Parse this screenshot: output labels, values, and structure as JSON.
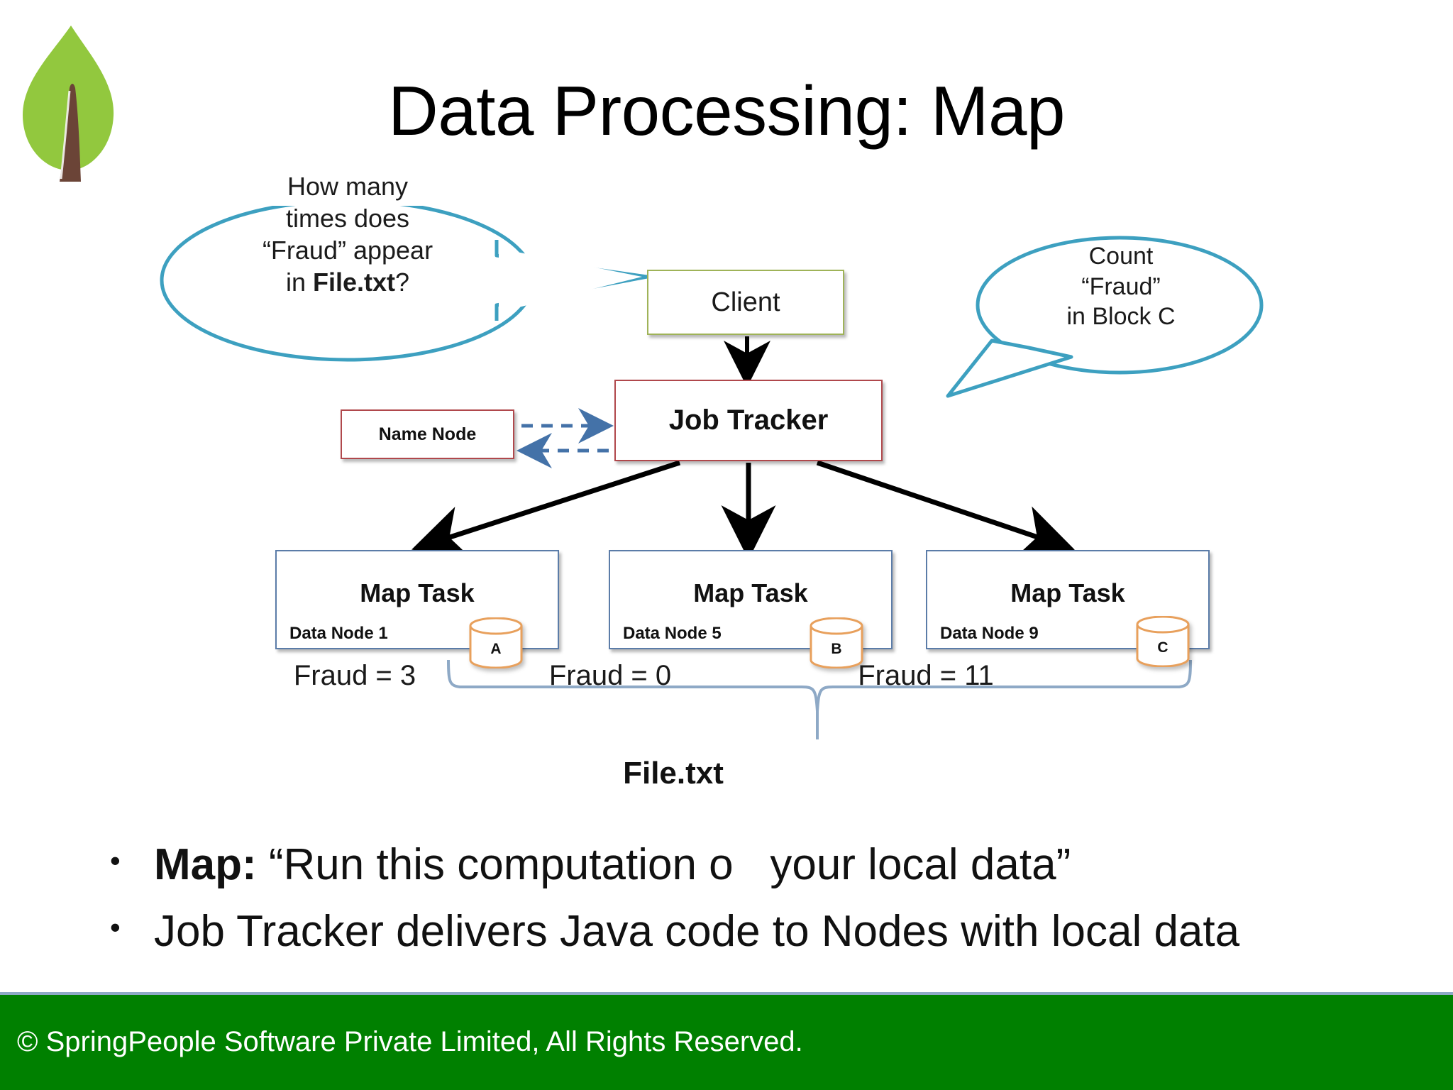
{
  "slide": {
    "title": "Data Processing: Map",
    "logo_icon": "springpeople-leaf-logo",
    "logo_colors": {
      "leaf": "#92C83E",
      "stem": "#6B4437"
    }
  },
  "diagram": {
    "speech_bubble_left": {
      "lines": [
        "How many",
        "times does",
        "“Fraud” appear",
        "in File.txt?"
      ],
      "bold_part": "File.txt",
      "color": "#3DA0C0"
    },
    "speech_bubble_right": {
      "lines": [
        "Count",
        "“Fraud”",
        "in Block C"
      ],
      "color": "#3DA0C0"
    },
    "client_box": {
      "label": "Client",
      "border_color": "#9FB358"
    },
    "job_tracker_box": {
      "label": "Job Tracker",
      "border_color": "#B0484C"
    },
    "name_node_box": {
      "label": "Name Node",
      "border_color": "#B0484C"
    },
    "dashed_arrow_color": "#4472A8",
    "map_tasks": [
      {
        "title": "Map Task",
        "node": "Data Node 1",
        "block": "A",
        "fraud": "Fraud = 3"
      },
      {
        "title": "Map Task",
        "node": "Data Node 5",
        "block": "B",
        "fraud": "Fraud = 0"
      },
      {
        "title": "Map Task",
        "node": "Data Node 9",
        "block": "C",
        "fraud": "Fraud = 11"
      }
    ],
    "map_task_border_color": "#5B7CA8",
    "cylinder_color": "#E8A05C",
    "brace_label": "File.txt",
    "brace_color": "#8EA9C6"
  },
  "bullets": [
    {
      "marker": "•",
      "lead": "Map:",
      "lead_bold": true,
      "text": " “Run this computation o   your local data”",
      "artifact_char": "a"
    },
    {
      "marker": "•",
      "lead": "",
      "lead_bold": false,
      "text": "Job Tracker delivers Java code to Nodes with local data",
      "artifact_char": ""
    }
  ],
  "footer": {
    "text": "© SpringPeople Software Private Limited, All Rights Reserved.",
    "background": "#008000",
    "text_color": "#ffffff",
    "rule_color": "#8EA9C6"
  }
}
